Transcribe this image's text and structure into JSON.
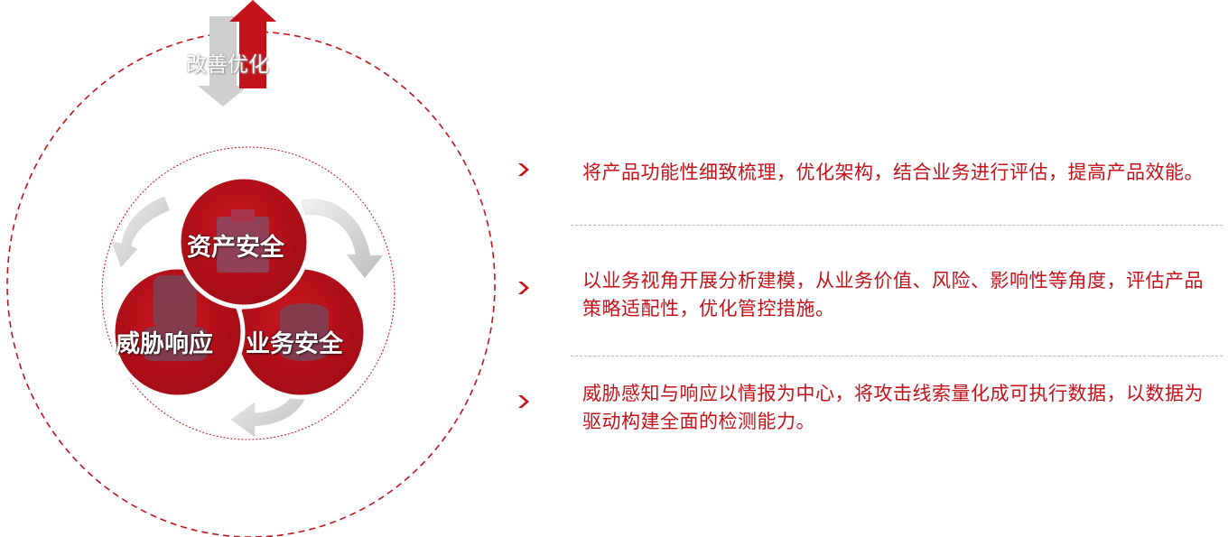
{
  "cycle": {
    "arrow_label": "改善优化",
    "nodes": [
      {
        "label": "资产安全",
        "icon": "id-card-icon"
      },
      {
        "label": "威胁响应",
        "icon": "user-icon"
      },
      {
        "label": "业务安全",
        "icon": "database-icon"
      }
    ]
  },
  "items": [
    {
      "text": "将产品功能性细致梳理，优化架构，结合业务进行评估，提高产品效能。"
    },
    {
      "text": "以业务视角开展分析建模，从业务价值、风险、影响性等角度，评估产品策略适配性，优化管控措施。"
    },
    {
      "text": "威胁感知与响应以情报为中心，将攻击线索量化成可执行数据，以数据为驱动构建全面的检测能力。"
    }
  ],
  "colors": {
    "accent": "#c4121a",
    "node_fill": "#b5101a",
    "arrow_gray": "#cfcfcf"
  }
}
